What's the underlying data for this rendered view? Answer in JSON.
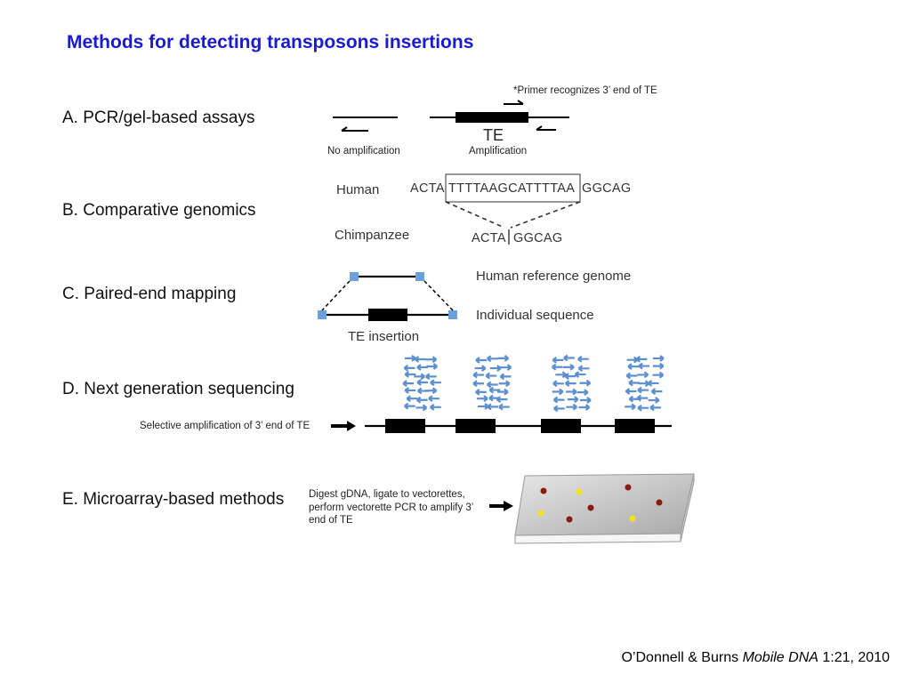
{
  "title": "Methods for detecting transposons insertions",
  "sections": {
    "a": {
      "label": "A. PCR/gel-based assays",
      "primer_note": "*Primer recognizes 3’ end of TE",
      "te_label": "TE",
      "no_amp": "No amplification",
      "amp": "Amplification"
    },
    "b": {
      "label": "B. Comparative genomics",
      "human": "Human",
      "chimp": "Chimpanzee",
      "human_left": "ACTA",
      "human_insert": "TTTTAAGCATTTTAA",
      "human_right": "GGCAG",
      "chimp_left": "ACTA",
      "chimp_right": "GGCAG"
    },
    "c": {
      "label": "C. Paired-end mapping",
      "ref": "Human reference genome",
      "indiv": "Individual sequence",
      "te_insertion": "TE insertion"
    },
    "d": {
      "label": "D. Next generation sequencing",
      "selective": "Selective amplification of 3’ end of TE"
    },
    "e": {
      "label": "E. Microarray-based methods",
      "desc": "Digest gDNA, ligate to vectorettes, perform vectorette PCR to amplify 3’ end of TE"
    }
  },
  "citation": {
    "authors": "O’Donnell & Burns",
    "journal": "Mobile DNA",
    "ref": "1:21, 2010"
  },
  "colors": {
    "title": "#1a1ad6",
    "marker": "#6a9fe0",
    "arrows": "#5b8fd0",
    "dot_red": "#8b1a0f",
    "dot_yellow": "#f5e31a"
  }
}
